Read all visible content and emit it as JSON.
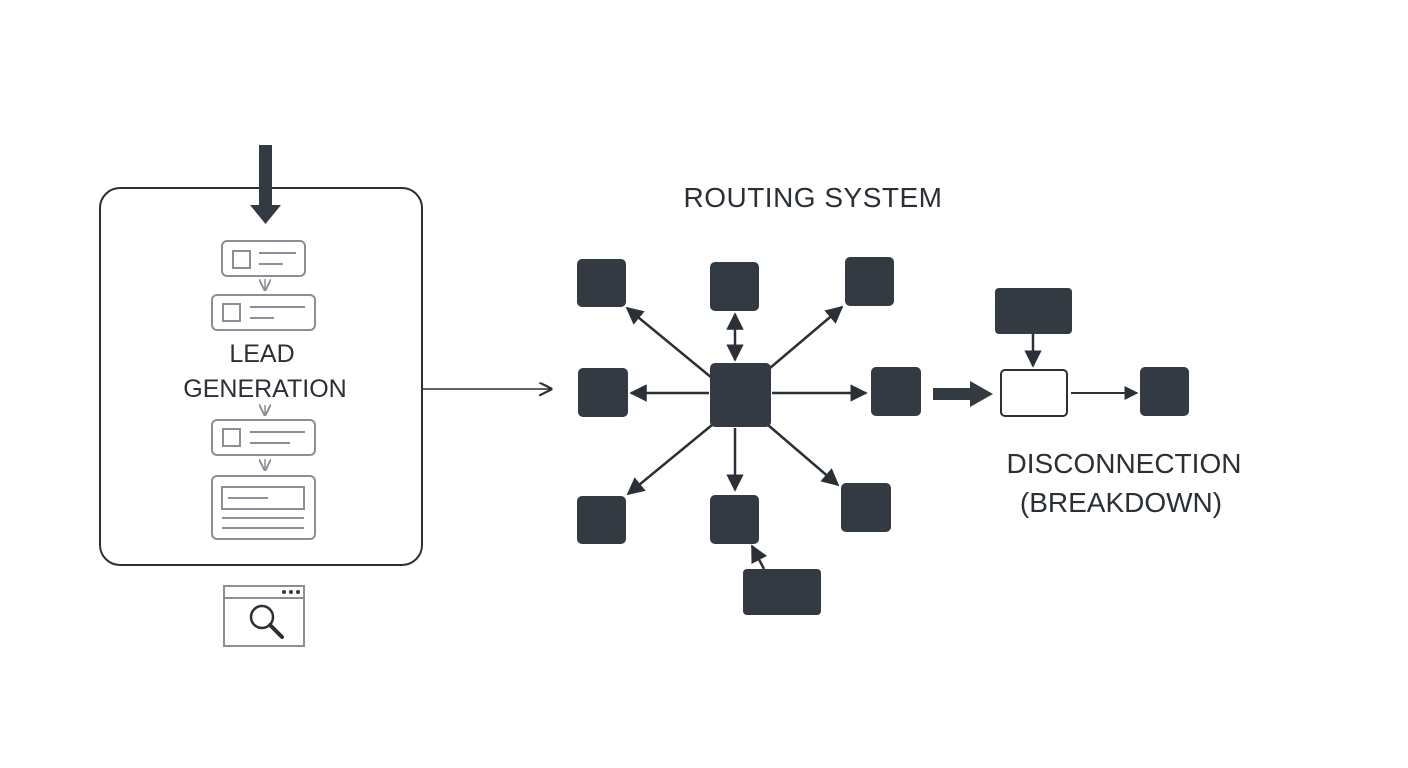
{
  "lead_generation": {
    "label_line1": "LEAD",
    "label_line2": "GENERATION"
  },
  "routing_system": {
    "title": "ROUTING SYSTEM"
  },
  "disconnection": {
    "label_line1": "DISCONNECTION",
    "label_line2": "(BREAKDOWN)"
  },
  "colors": {
    "node_fill": "#343a42",
    "stroke_dark": "#2b2f36",
    "stroke_gray": "#8a8f96",
    "background": "#ffffff"
  },
  "icons": {
    "entry_arrow": "down-arrow-icon",
    "search_window": "magnifier-browser-icon"
  }
}
